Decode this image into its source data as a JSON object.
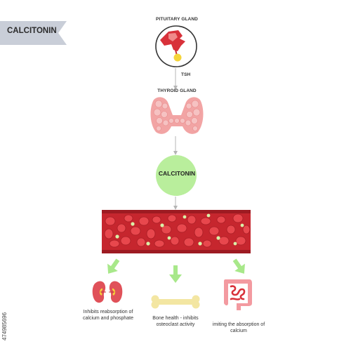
{
  "title_tag": "CALCITONIN",
  "pituitary_label": "PITUITARY GLAND",
  "tsh_label": "TSH",
  "thyroid_label": "THYROID GLAND",
  "calcitonin_label": "CALCITONIN",
  "effects": {
    "kidney": "Inhibits reabsorption of calcium and phosphate",
    "bone": "Bone health - inhibits osteoclast activity",
    "intestine": "imiting the absorption of calcium"
  },
  "stock_id": "474985696",
  "colors": {
    "tag_bg": "#c9ced8",
    "vessel_outer": "#9d1b22",
    "vessel_inner": "#c6262e",
    "rbc": "#e8474d",
    "calcium_dot": "#d9f1a8",
    "calcitonin_circle": "#b9ee9c",
    "thyroid": "#f2a4a4",
    "arrow_green": "#a8e88a"
  }
}
